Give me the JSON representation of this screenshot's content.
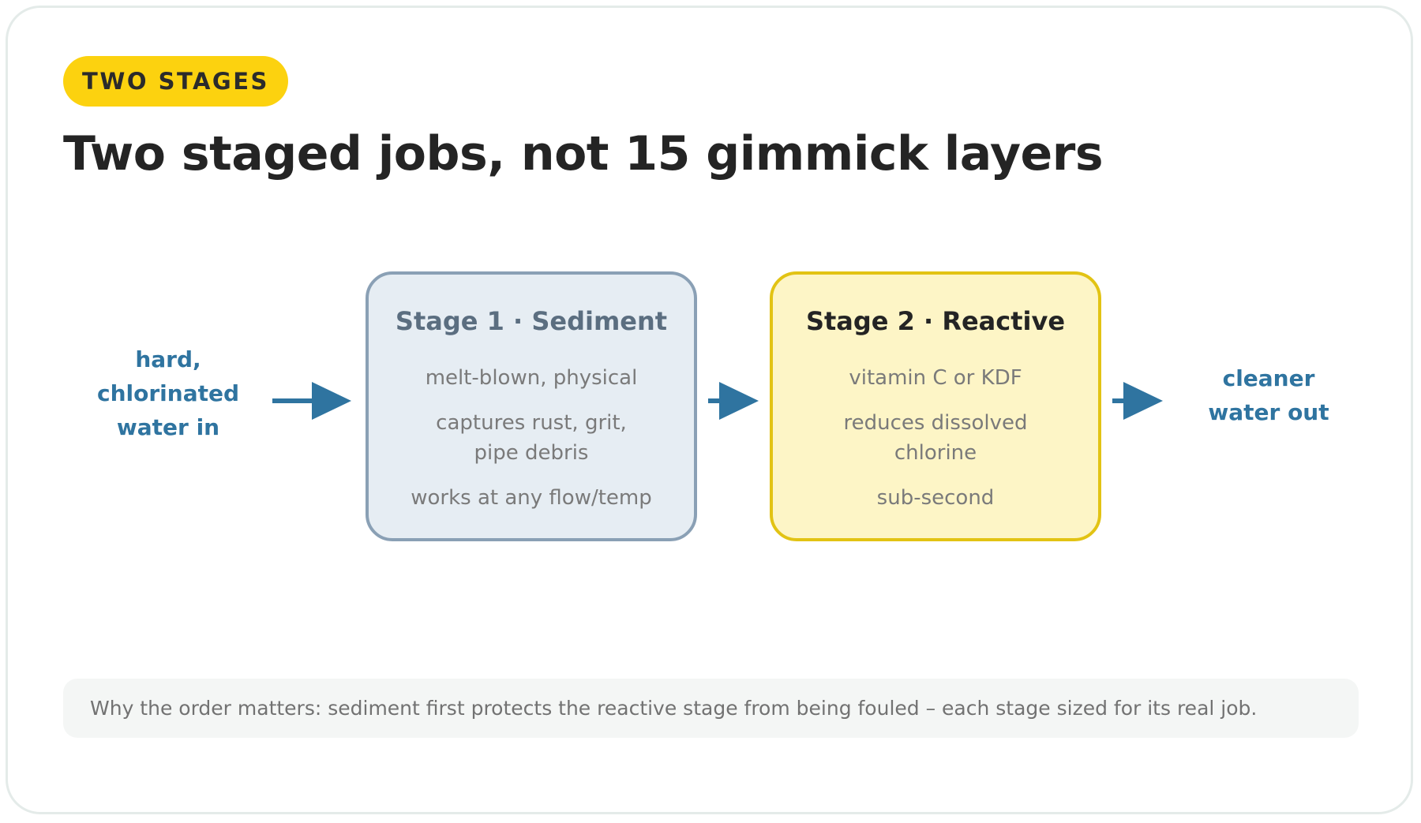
{
  "badge": "TWO STAGES",
  "title": "Two staged jobs, not 15 gimmick layers",
  "input_label": [
    "hard,",
    "chlorinated",
    "water in"
  ],
  "output_label": [
    "cleaner",
    "water out"
  ],
  "stages": [
    {
      "title": "Stage 1 · Sediment",
      "items": [
        [
          "melt-blown, physical"
        ],
        [
          "captures rust, grit,",
          "pipe debris"
        ],
        [
          "works at any flow/temp"
        ]
      ]
    },
    {
      "title": "Stage 2 · Reactive",
      "items": [
        [
          "vitamin C or KDF"
        ],
        [
          "reduces dissolved",
          "chlorine"
        ],
        [
          "sub-second"
        ]
      ]
    }
  ],
  "note": "Why the order matters: sediment first protects the reactive stage from being fouled – each stage sized for its real job.",
  "colors": {
    "badge": "#fcd20f",
    "flow": "#2f74a0",
    "stage1_fill": "#e6edf3",
    "stage1_border": "#8aa0b5",
    "stage2_fill": "#fdf5c6",
    "stage2_border": "#e2c314"
  }
}
